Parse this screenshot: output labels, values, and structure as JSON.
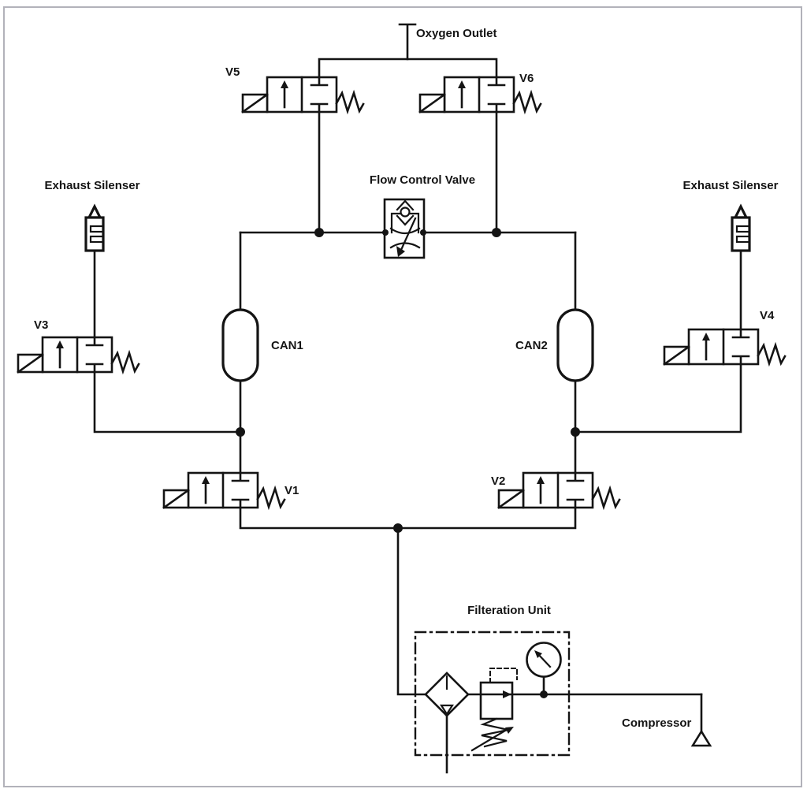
{
  "page": {
    "background_color": "#ffffff",
    "frame_color": "#b2b2ba",
    "line_color": "#141414"
  },
  "labels": {
    "oxygen_outlet": "Oxygen Outlet",
    "v5": "V5",
    "v6": "V6",
    "exhaust_silenser_left": "Exhaust Silenser",
    "exhaust_silenser_right": "Exhaust Silenser",
    "flow_control_valve": "Flow Control Valve",
    "v3": "V3",
    "v4": "V4",
    "can1": "CAN1",
    "can2": "CAN2",
    "v1": "V1",
    "v2": "V2",
    "filteration_unit": "Filteration Unit",
    "compressor": "Compressor"
  },
  "components": [
    {
      "id": "v1",
      "label": "V1",
      "icon": "solenoid-valve-icon"
    },
    {
      "id": "v2",
      "label": "V2",
      "icon": "solenoid-valve-icon"
    },
    {
      "id": "v3",
      "label": "V3",
      "icon": "solenoid-valve-icon"
    },
    {
      "id": "v4",
      "label": "V4",
      "icon": "solenoid-valve-icon"
    },
    {
      "id": "v5",
      "label": "V5",
      "icon": "solenoid-valve-icon"
    },
    {
      "id": "v6",
      "label": "V6",
      "icon": "solenoid-valve-icon"
    },
    {
      "id": "can1",
      "label": "CAN1",
      "icon": "vessel-icon"
    },
    {
      "id": "can2",
      "label": "CAN2",
      "icon": "vessel-icon"
    },
    {
      "id": "flow_control_valve",
      "label": "Flow Control Valve",
      "icon": "flow-control-valve-icon"
    },
    {
      "id": "exhaust_silenser_left",
      "label": "Exhaust Silenser",
      "icon": "silencer-icon"
    },
    {
      "id": "exhaust_silenser_right",
      "label": "Exhaust Silenser",
      "icon": "silencer-icon"
    },
    {
      "id": "filteration_unit",
      "label": "Filteration Unit",
      "icon": "filter-regulator-gauge-icon"
    },
    {
      "id": "oxygen_outlet",
      "label": "Oxygen Outlet",
      "icon": "outlet-port-icon"
    },
    {
      "id": "compressor",
      "label": "Compressor",
      "icon": "air-source-icon"
    }
  ]
}
